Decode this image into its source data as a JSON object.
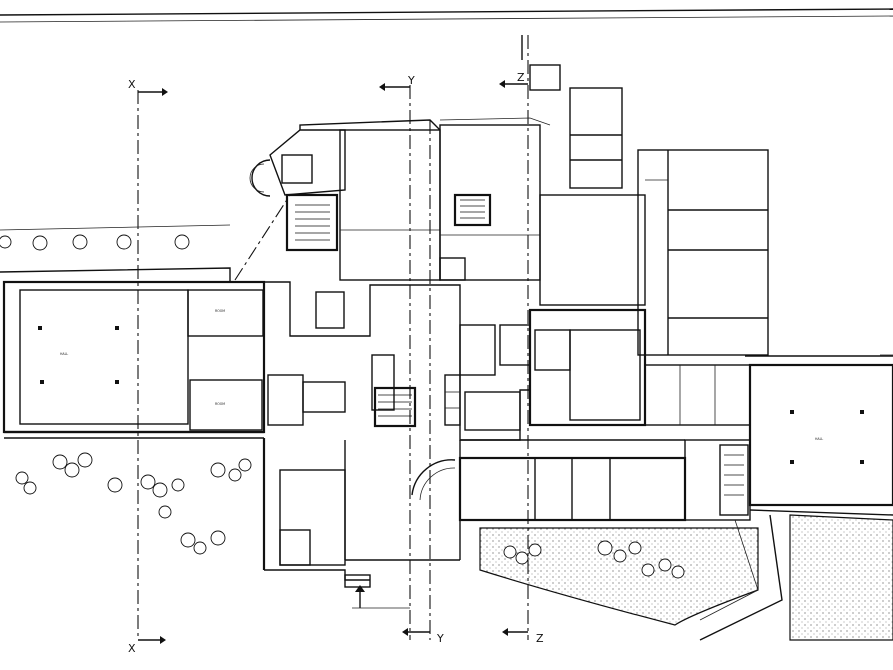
{
  "section_markers": {
    "x_top": "X",
    "x_bottom": "X",
    "y_top": "Y",
    "y_bottom": "Y",
    "z_top": "Z",
    "z_bottom": "Z"
  }
}
